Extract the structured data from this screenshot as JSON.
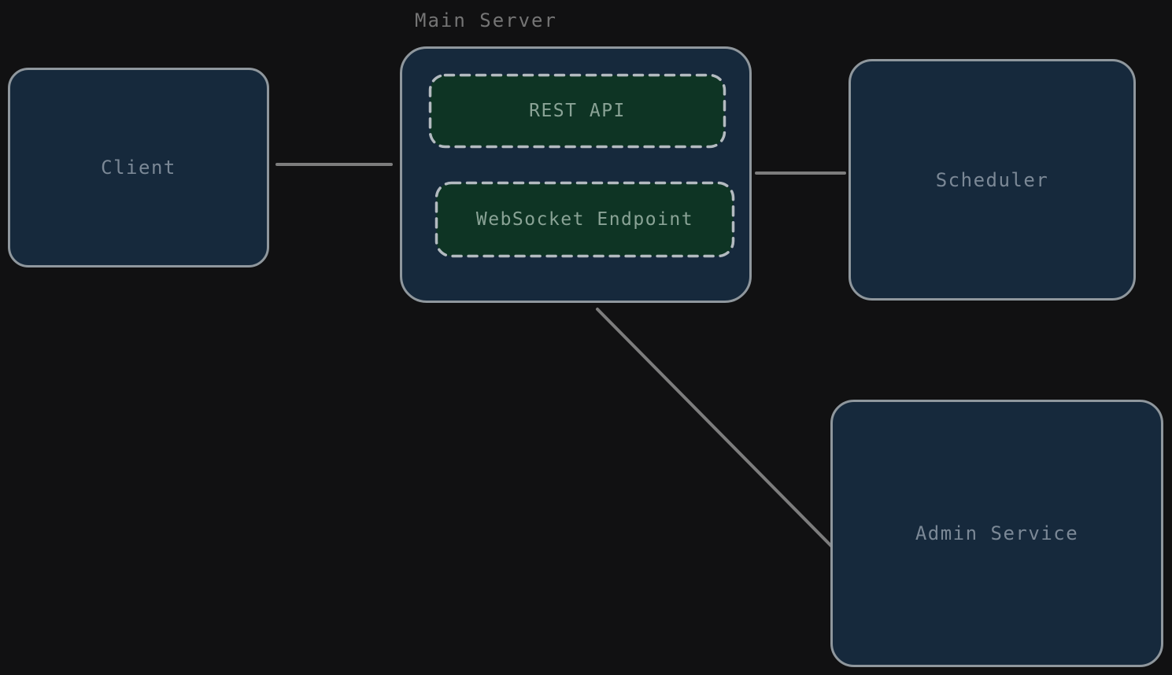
{
  "diagram": {
    "type": "architecture",
    "nodes": {
      "client": {
        "label": "Client"
      },
      "main_server": {
        "label": "Main Server"
      },
      "rest_api": {
        "label": "REST API"
      },
      "websocket_endpoint": {
        "label": "WebSocket Endpoint"
      },
      "scheduler": {
        "label": "Scheduler"
      },
      "admin_service": {
        "label": "Admin Service"
      }
    },
    "edges": [
      {
        "from": "Client",
        "to": "Main Server"
      },
      {
        "from": "Main Server",
        "to": "Scheduler"
      },
      {
        "from": "Main Server",
        "to": "Admin Service"
      }
    ],
    "colors": {
      "background": "#111112",
      "node_fill": "#16293c",
      "node_border": "#8f979d",
      "endpoint_fill": "#0e3424",
      "endpoint_border": "#b3bac0",
      "node_text": "#7b8896",
      "endpoint_text": "#8aa396",
      "group_title_text": "#757575",
      "edge_line": "#7d7d7d"
    }
  }
}
